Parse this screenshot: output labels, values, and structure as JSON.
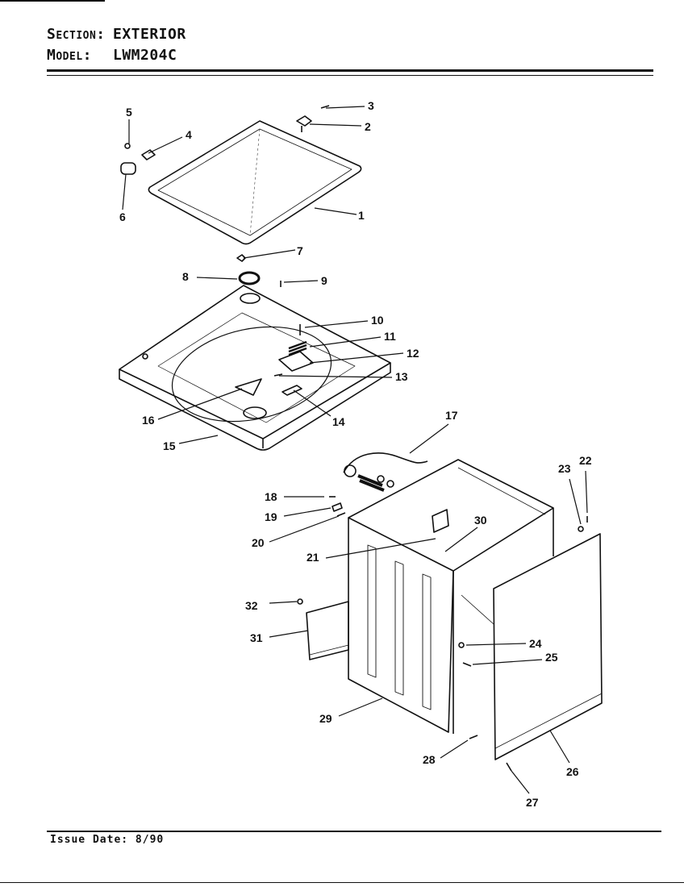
{
  "header": {
    "section_label": "Section:",
    "section_value": "EXTERIOR",
    "model_label": "Model:",
    "model_value": "LWM204C"
  },
  "footer": {
    "issue_date": "Issue Date: 8/90"
  },
  "callouts": [
    "1",
    "2",
    "3",
    "4",
    "5",
    "6",
    "7",
    "8",
    "9",
    "10",
    "11",
    "12",
    "13",
    "14",
    "15",
    "16",
    "17",
    "18",
    "19",
    "20",
    "21",
    "22",
    "23",
    "24",
    "25",
    "26",
    "27",
    "28",
    "29",
    "30",
    "31",
    "32"
  ]
}
